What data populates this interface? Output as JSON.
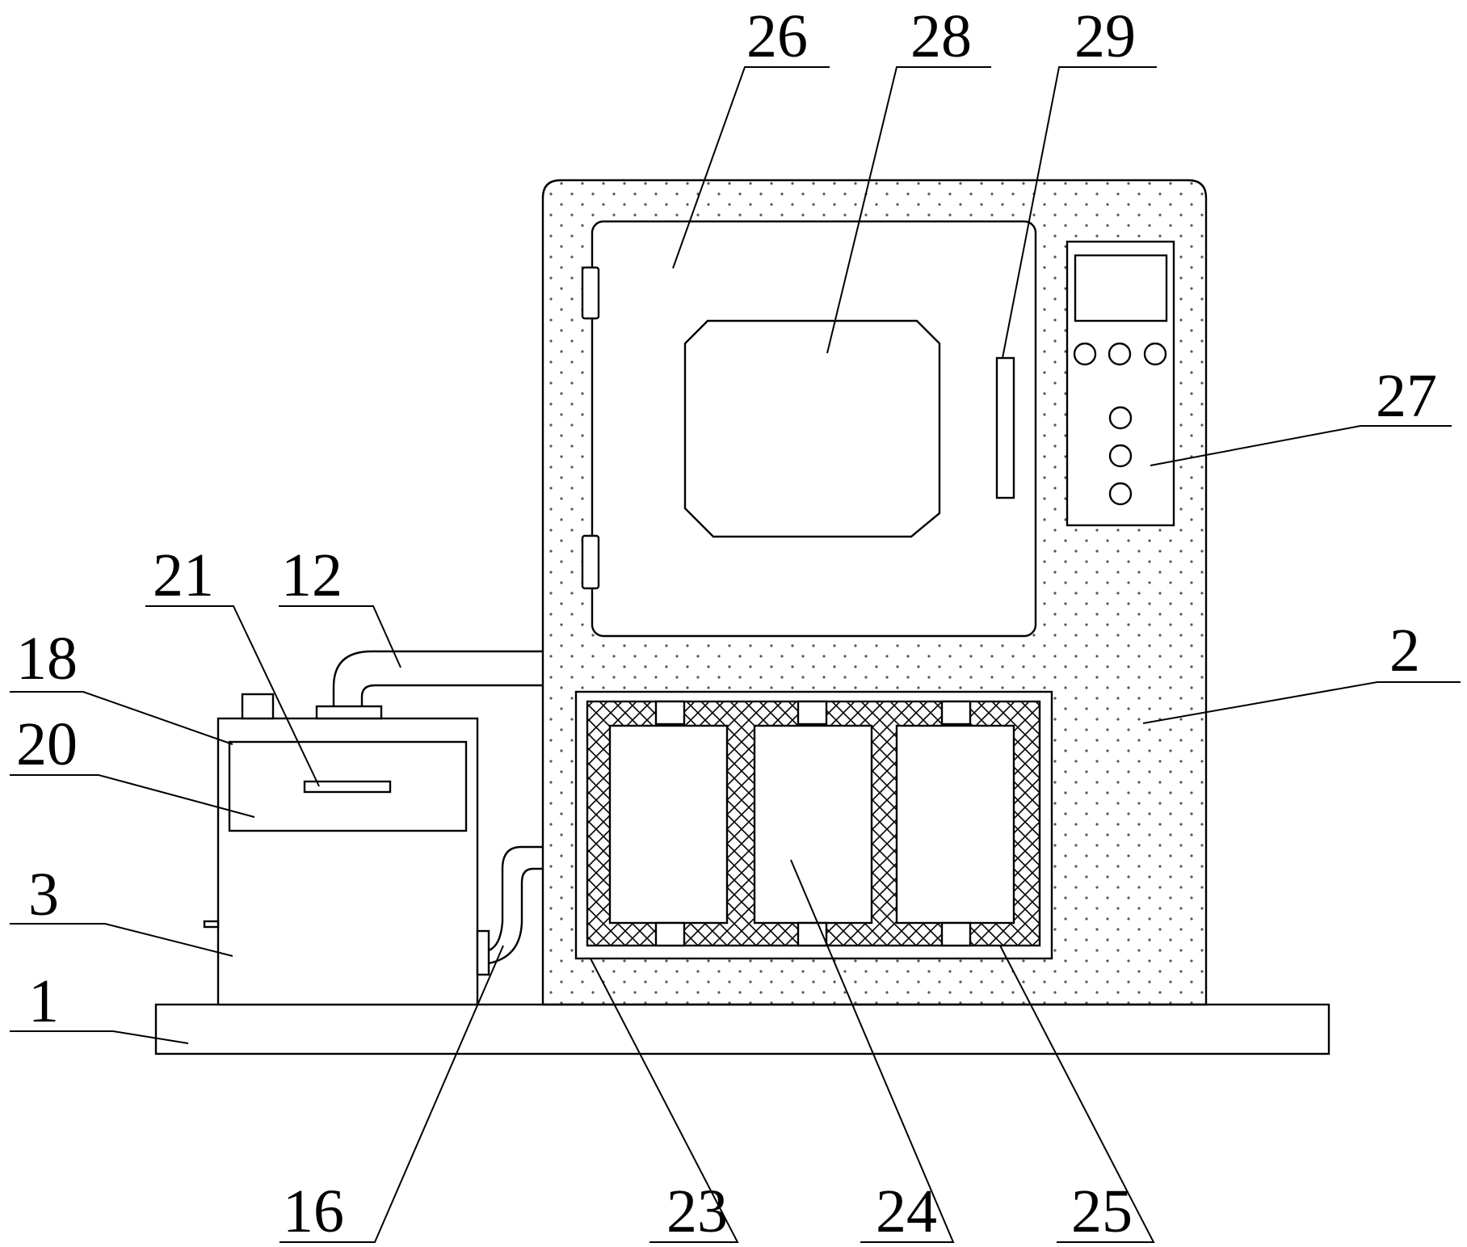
{
  "labels": {
    "l1": "1",
    "l2": "2",
    "l3": "3",
    "l12": "12",
    "l16": "16",
    "l18": "18",
    "l20": "20",
    "l21": "21",
    "l23": "23",
    "l24": "24",
    "l25": "25",
    "l26": "26",
    "l27": "27",
    "l28": "28",
    "l29": "29"
  },
  "colors": {
    "line": "#000000",
    "background": "#ffffff",
    "dot": "#555555"
  }
}
